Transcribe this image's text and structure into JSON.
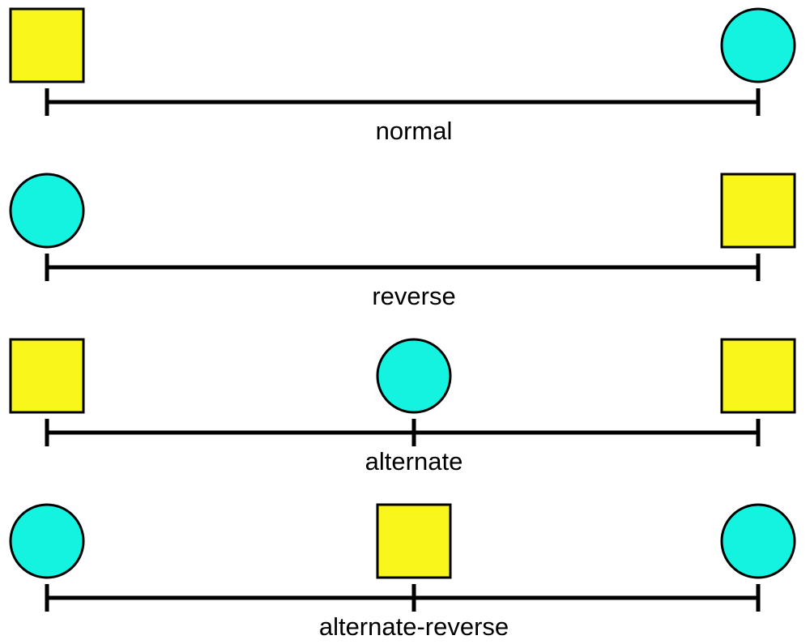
{
  "diagram": {
    "background": "#ffffff",
    "colors": {
      "square_fill": "#f8f61b",
      "circle_fill": "#14f2e0",
      "shape_outline": "#000000",
      "axis_line": "#000000",
      "label_text": "#000000"
    },
    "rows": [
      {
        "label": "normal",
        "markers": [
          {
            "shape": "square",
            "position": "start"
          },
          {
            "shape": "circle",
            "position": "end"
          }
        ],
        "ticks": [
          "start",
          "end"
        ]
      },
      {
        "label": "reverse",
        "markers": [
          {
            "shape": "circle",
            "position": "start"
          },
          {
            "shape": "square",
            "position": "end"
          }
        ],
        "ticks": [
          "start",
          "end"
        ]
      },
      {
        "label": "alternate",
        "markers": [
          {
            "shape": "square",
            "position": "start"
          },
          {
            "shape": "circle",
            "position": "middle"
          },
          {
            "shape": "square",
            "position": "end"
          }
        ],
        "ticks": [
          "start",
          "middle",
          "end"
        ]
      },
      {
        "label": "alternate-reverse",
        "markers": [
          {
            "shape": "circle",
            "position": "start"
          },
          {
            "shape": "square",
            "position": "middle"
          },
          {
            "shape": "circle",
            "position": "end"
          }
        ],
        "ticks": [
          "start",
          "middle",
          "end"
        ]
      }
    ]
  }
}
